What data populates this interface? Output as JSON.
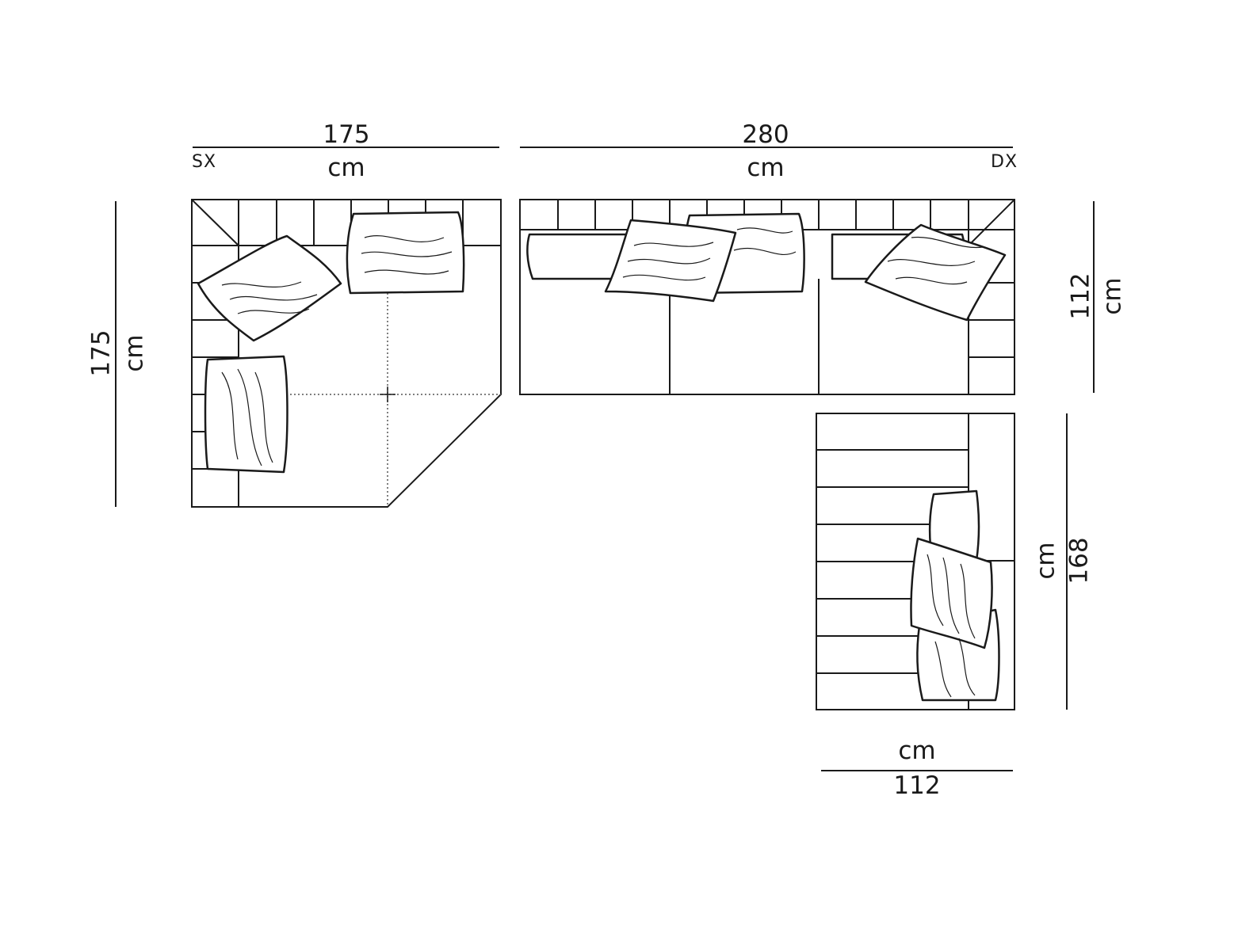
{
  "dimensions": {
    "left_corner_width": "175",
    "left_corner_width_unit": "cm",
    "left_corner_depth": "175",
    "left_corner_depth_unit": "cm",
    "center_width": "280",
    "center_width_unit": "cm",
    "right_depth": "112",
    "right_depth_unit": "cm",
    "chaise_length": "168",
    "chaise_length_unit": "cm",
    "chaise_width": "112",
    "chaise_width_unit": "cm"
  },
  "side_labels": {
    "left": "SX",
    "right": "DX"
  },
  "colors": {
    "line": "#1a1a1a",
    "background": "#ffffff"
  }
}
